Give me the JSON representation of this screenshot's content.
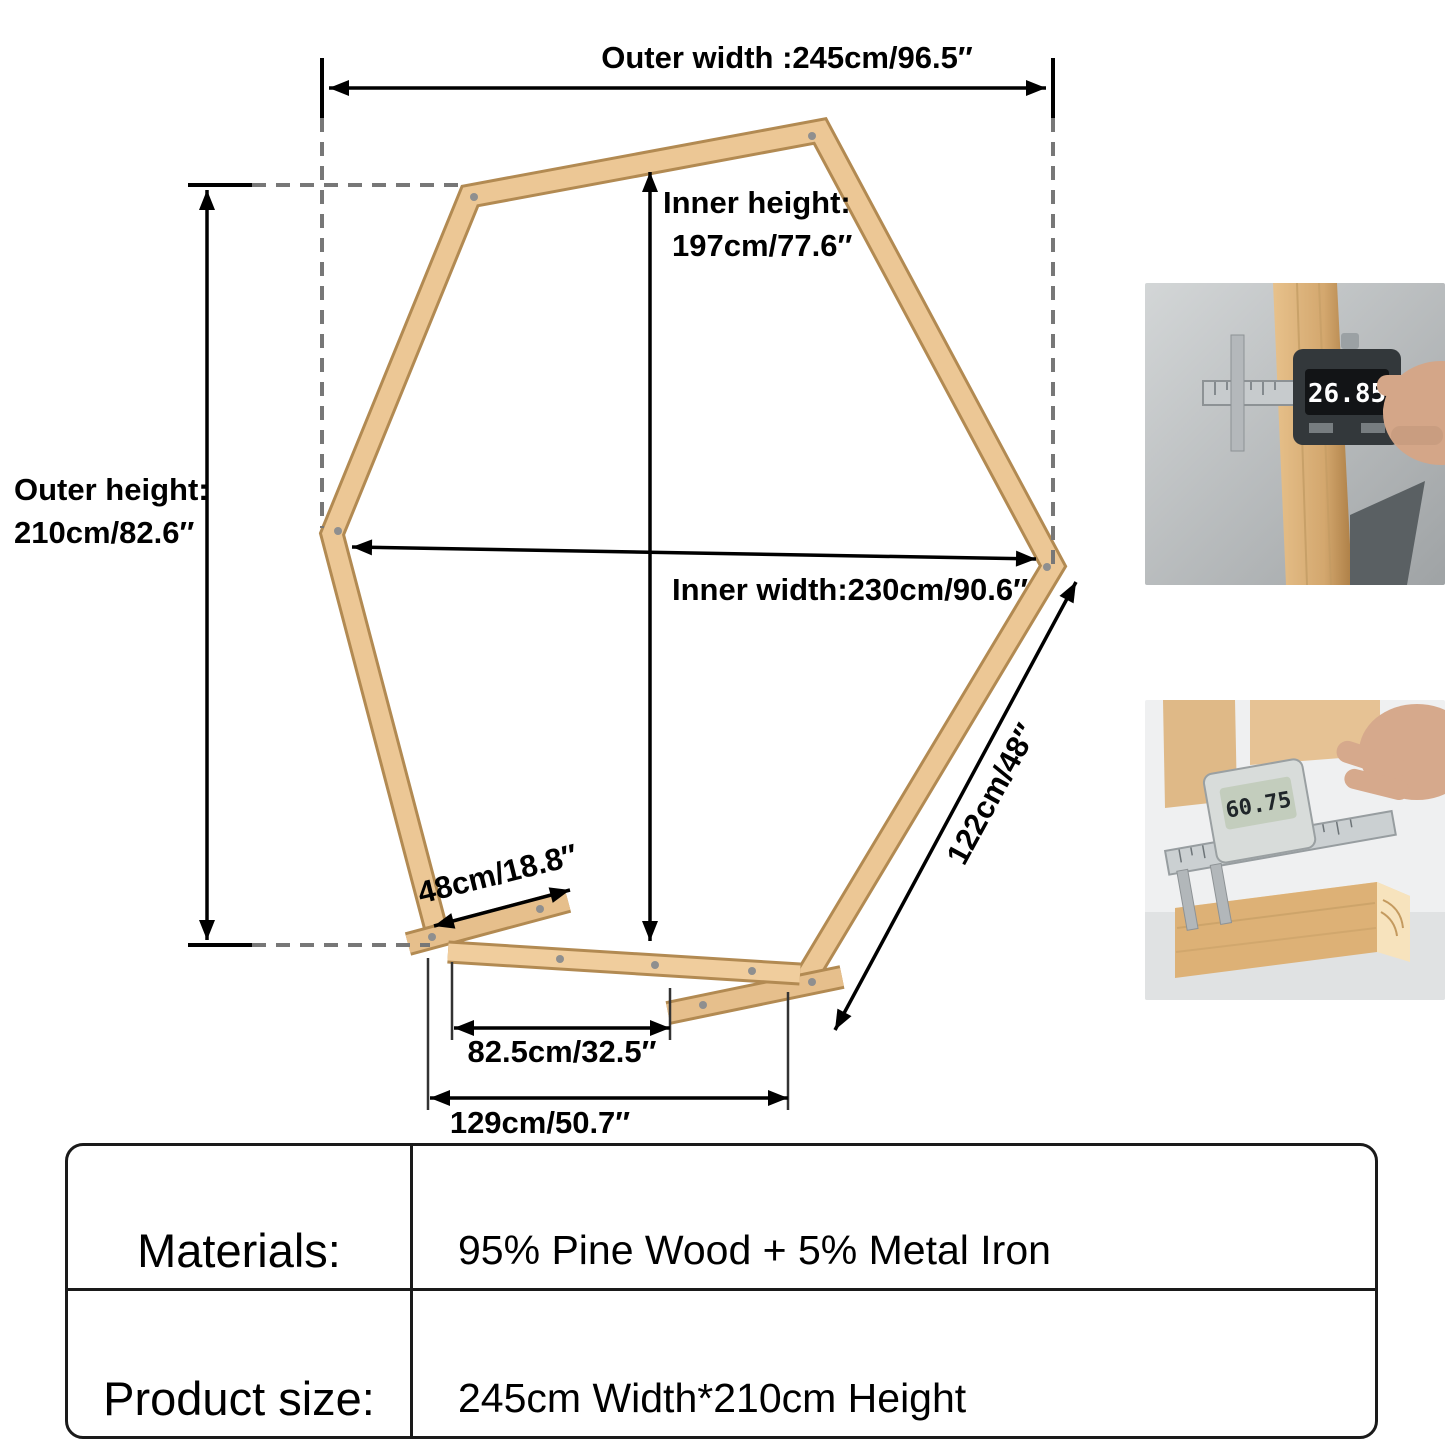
{
  "diagram": {
    "labels": {
      "outer_width": "Outer width :245cm/96.5″",
      "inner_height_line1": "Inner height:",
      "inner_height_line2": "197cm/77.6″",
      "outer_height_line1": "Outer height:",
      "outer_height_line2": "210cm/82.6″",
      "inner_width": "Inner width:230cm/90.6″",
      "right_diagonal": "122cm/48″",
      "foot_length": "48cm/18.8″",
      "base_inner_width": "82.5cm/32.5″",
      "base_outer_width": "129cm/50.7″"
    },
    "colors": {
      "wood": "#ecc795",
      "wood_outline": "#b28a52",
      "dimension_line": "#000000",
      "dashed_guide": "#777777"
    }
  },
  "photos": [
    {
      "name": "caliper-measuring-post-thickness",
      "display_value": "26.85"
    },
    {
      "name": "caliper-measuring-beam-width",
      "display_value": "60.75"
    }
  ],
  "table": {
    "rows": [
      {
        "label": "Materials:",
        "value": "95% Pine Wood + 5% Metal Iron"
      },
      {
        "label": "Product size:",
        "value": "245cm Width*210cm Height"
      }
    ]
  }
}
